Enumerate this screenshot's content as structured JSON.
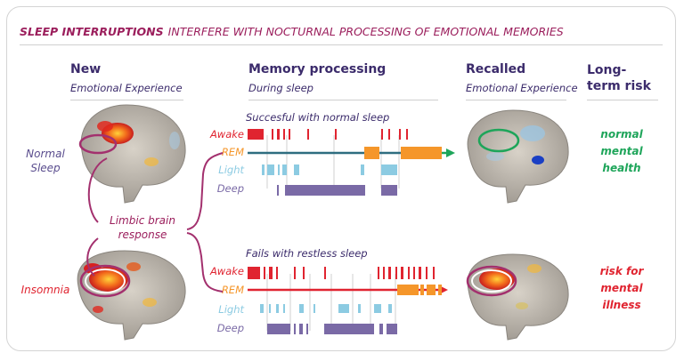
{
  "title": {
    "bold": "SLEEP INTERRUPTIONS",
    "rest": "INTERFERE WITH NOCTURNAL PROCESSING OF EMOTIONAL MEMORIES"
  },
  "columns": [
    {
      "title": "New",
      "subtitle": "Emotional Experience"
    },
    {
      "title": "Memory processing",
      "subtitle": "During sleep"
    },
    {
      "title": "Recalled",
      "subtitle": "Emotional Experience"
    },
    {
      "title": "Long-term risk",
      "subtitle": ""
    }
  ],
  "rows": {
    "normal": {
      "label": "Normal Sleep",
      "caption": "Succesful with normal sleep",
      "risk": [
        "normal",
        "mental",
        "health"
      ]
    },
    "insomnia": {
      "label": "Insomnia",
      "caption": "Fails with restless sleep",
      "risk": [
        "risk for",
        "mental",
        "illness"
      ]
    }
  },
  "limbic_label": "Limbic brain response",
  "stages": [
    "Awake",
    "REM",
    "Light",
    "Deep"
  ],
  "colors": {
    "title": "#9b1e5c",
    "header": "#3b2b6b",
    "awake": "#e02430",
    "rem": "#f5962a",
    "light": "#8ccbe2",
    "deep": "#7a6aa6",
    "normal_label": "#5a4d8e",
    "insomnia_label": "#e02430",
    "healthy": "#1ea55a",
    "illness": "#e02430",
    "bracket": "#a3306e"
  },
  "icons": [
    "brain-scan-icon",
    "arrow-right-icon",
    "bracket-icon"
  ]
}
